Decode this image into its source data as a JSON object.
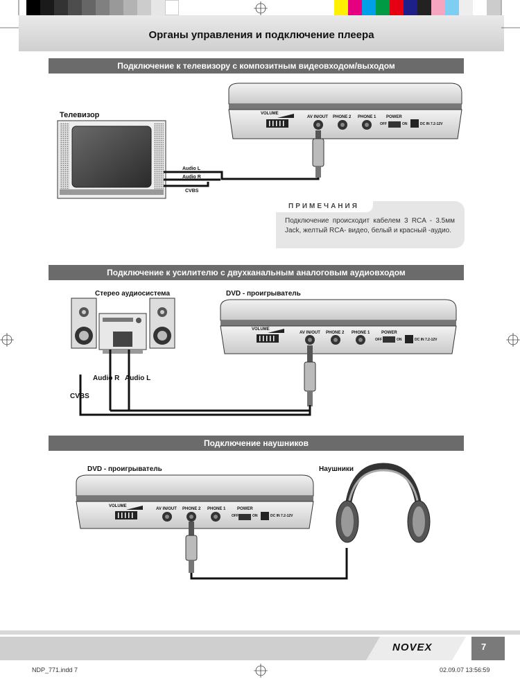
{
  "header": {
    "title": "Органы управления и подключение плеера"
  },
  "sections": [
    {
      "title": "Подключение к телевизору с композитным видеовходом/выходом"
    },
    {
      "title": "Подключение к усилителю с двухканальным аналоговым аудиовходом"
    },
    {
      "title": "Подключение наушников"
    }
  ],
  "tv_section": {
    "tv_label": "Телевизор",
    "audio_l": "Audio L",
    "audio_r": "Audio R",
    "cvbs": "CVBS"
  },
  "player_panel": {
    "volume": "VOLUME",
    "av": "AV IN/OUT",
    "phone2": "PHONE 2",
    "phone1": "PHONE 1",
    "power": "POWER",
    "off": "OFF",
    "on": "ON",
    "dc": "DC IN 7.2-12V"
  },
  "note": {
    "title": "ПРИМЕЧАНИЯ",
    "text": "Подключение происходит кабелем 3 RCA - 3.5мм Jack, желтый RCA- видео, белый и красный -аудио."
  },
  "amp_section": {
    "stereo_label": "Стерео аудиосистема",
    "dvd_label": "DVD - проигрыватель",
    "audio_r": "Audio R",
    "audio_l": "Audio L",
    "cvbs": "CVBS"
  },
  "headphone_section": {
    "dvd_label": "DVD - проигрыватель",
    "headphones_label": "Наушники"
  },
  "footer": {
    "brand": "NOVEX",
    "page": "7",
    "file": "NDP_771.indd   7",
    "date": "02.09.07   13:56:59"
  },
  "colors": {
    "section_bar": "#6b6b6b",
    "header_band": "#d9d9d9",
    "footer_dark": "#7a7a7a"
  }
}
